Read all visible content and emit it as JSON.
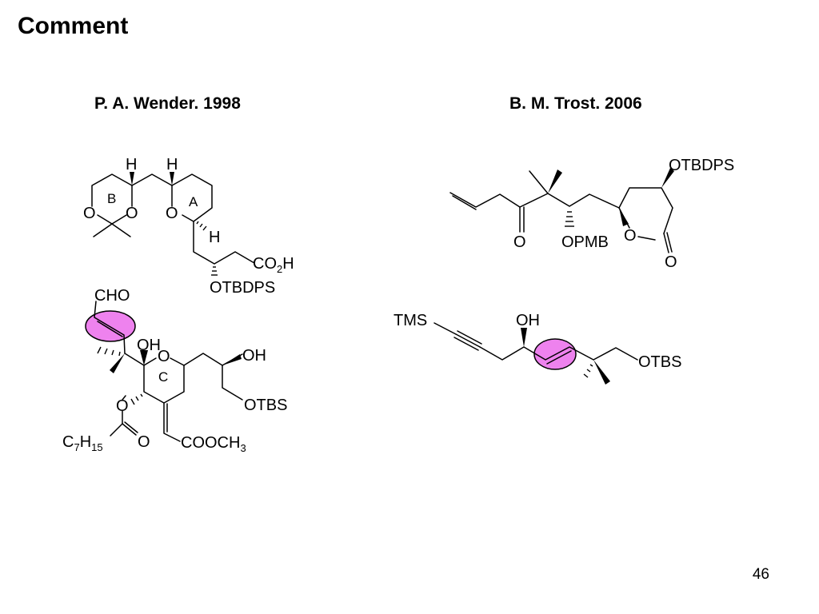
{
  "slide": {
    "title": "Comment",
    "page_number": "46"
  },
  "columns": [
    {
      "heading": "P. A. Wender. 1998"
    },
    {
      "heading": "B. M. Trost. 2006"
    }
  ],
  "wender_target": {
    "labels": {
      "h_ring_b": "H",
      "h_ring_a": "H",
      "h_lower": "H",
      "ring_b": "B",
      "ring_a": "A",
      "o_b_left": "O",
      "o_b_right": "O",
      "o_a": "O",
      "acid": "CO",
      "acid_sub": "2",
      "acid_tail": "H",
      "otbdps": "OTBDPS"
    }
  },
  "wender_fragment": {
    "highlight_color": "#ee82ee",
    "labels": {
      "cho": "CHO",
      "oh_ring": "OH",
      "o_ring": "O",
      "ring_c": "C",
      "oh_side": "OH",
      "otbs": "OTBS",
      "o_ester": "O",
      "c_alkyl": "C",
      "c_alkyl_sub1": "7",
      "h_alkyl": "H",
      "h_alkyl_sub": "15",
      "o_carbonyl": "O",
      "cooch": "COOCH",
      "cooch_sub": "3"
    }
  },
  "trost_target": {
    "labels": {
      "otbdps": "OTBDPS",
      "o_ketone": "O",
      "opmb": "OPMB",
      "o_lactone": "O",
      "o_lactone_carbonyl": "O"
    }
  },
  "trost_fragment": {
    "highlight_color": "#ee82ee",
    "labels": {
      "tms": "TMS",
      "oh": "OH",
      "otbs": "OTBS"
    }
  }
}
